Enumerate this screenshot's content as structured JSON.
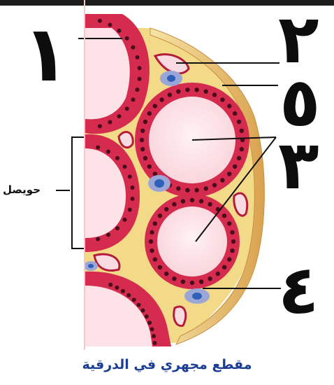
{
  "labels": {
    "n1": "١",
    "n2": "٢",
    "n5": "٥",
    "n3": "٣",
    "n4": "٤",
    "alveolus": "حويصل"
  },
  "caption": "مقطع مجهري في الدرقية",
  "colors": {
    "follicle_cells": "#d42b4f",
    "cell_nucleus": "#4a0d1c",
    "colloid": "#fde3e7",
    "connective_tissue": "#f1d47a",
    "capsule": "#e8c07a",
    "capillary_wall": "#b41c3a",
    "parafollicular_cell": "#9aa7d6",
    "parafollicular_nucleus": "#2f5fb8",
    "caption": "#1c3f94"
  }
}
